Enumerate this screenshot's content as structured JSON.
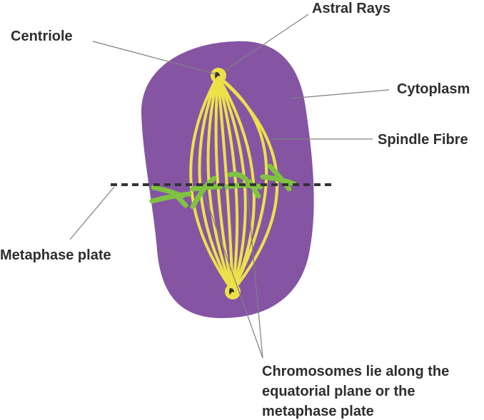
{
  "title": "Metaphase",
  "labels": {
    "astral_rays": "Astral Rays",
    "centriole": "Centriole",
    "cytoplasm": "Cytoplasm",
    "spindle_fibre": "Spindle Fibre",
    "metaphase_plate": "Metaphase plate",
    "chromosomes_line1": "Chromosomes lie along the",
    "chromosomes_line2": "equatorial plane or the",
    "chromosomes_line3": "metaphase plate"
  },
  "colors": {
    "cytoplasm": "#8555a4",
    "spindle": "#ede14a",
    "chromosome": "#7fc241",
    "plate": "#333333",
    "leader": "#808080"
  }
}
